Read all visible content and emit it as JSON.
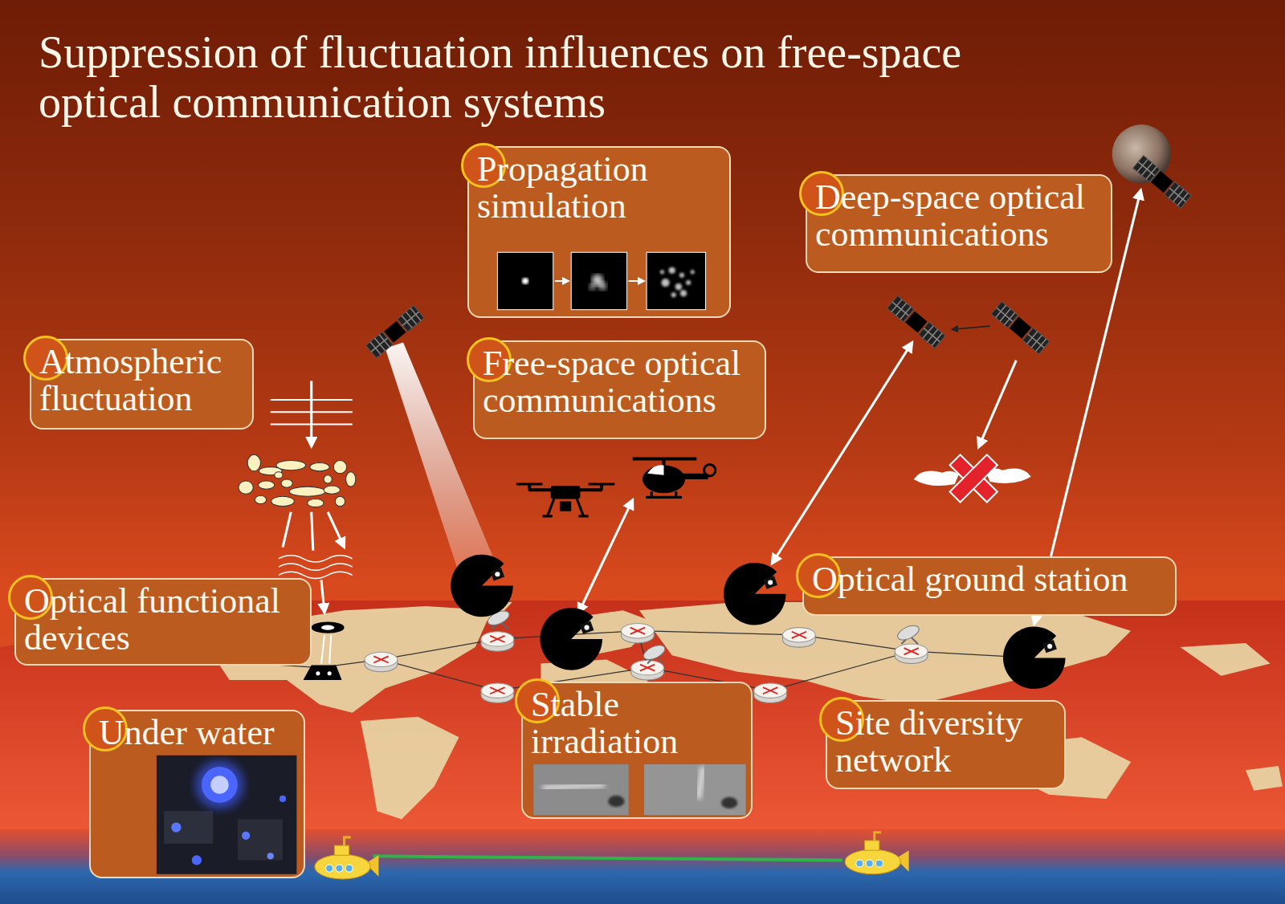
{
  "diagram": {
    "title": "Suppression of fluctuation influences on free-space optical communication systems",
    "nodes": [
      {
        "text": [
          "Propagation simulation"
        ]
      },
      {
        "text": [
          "Deep-space optical communications"
        ]
      },
      {
        "text": [
          "Atmospheric fluctuation"
        ]
      },
      {
        "text": [
          "Free-space optical communications"
        ]
      },
      {
        "text": [
          "Optical functional devices"
        ]
      },
      {
        "text": [
          "Optical ground station"
        ]
      },
      {
        "text": [
          "Stable irradiation"
        ]
      },
      {
        "text": [
          "Site diversity network"
        ]
      },
      {
        "text": [
          "Under water"
        ]
      }
    ]
  }
}
